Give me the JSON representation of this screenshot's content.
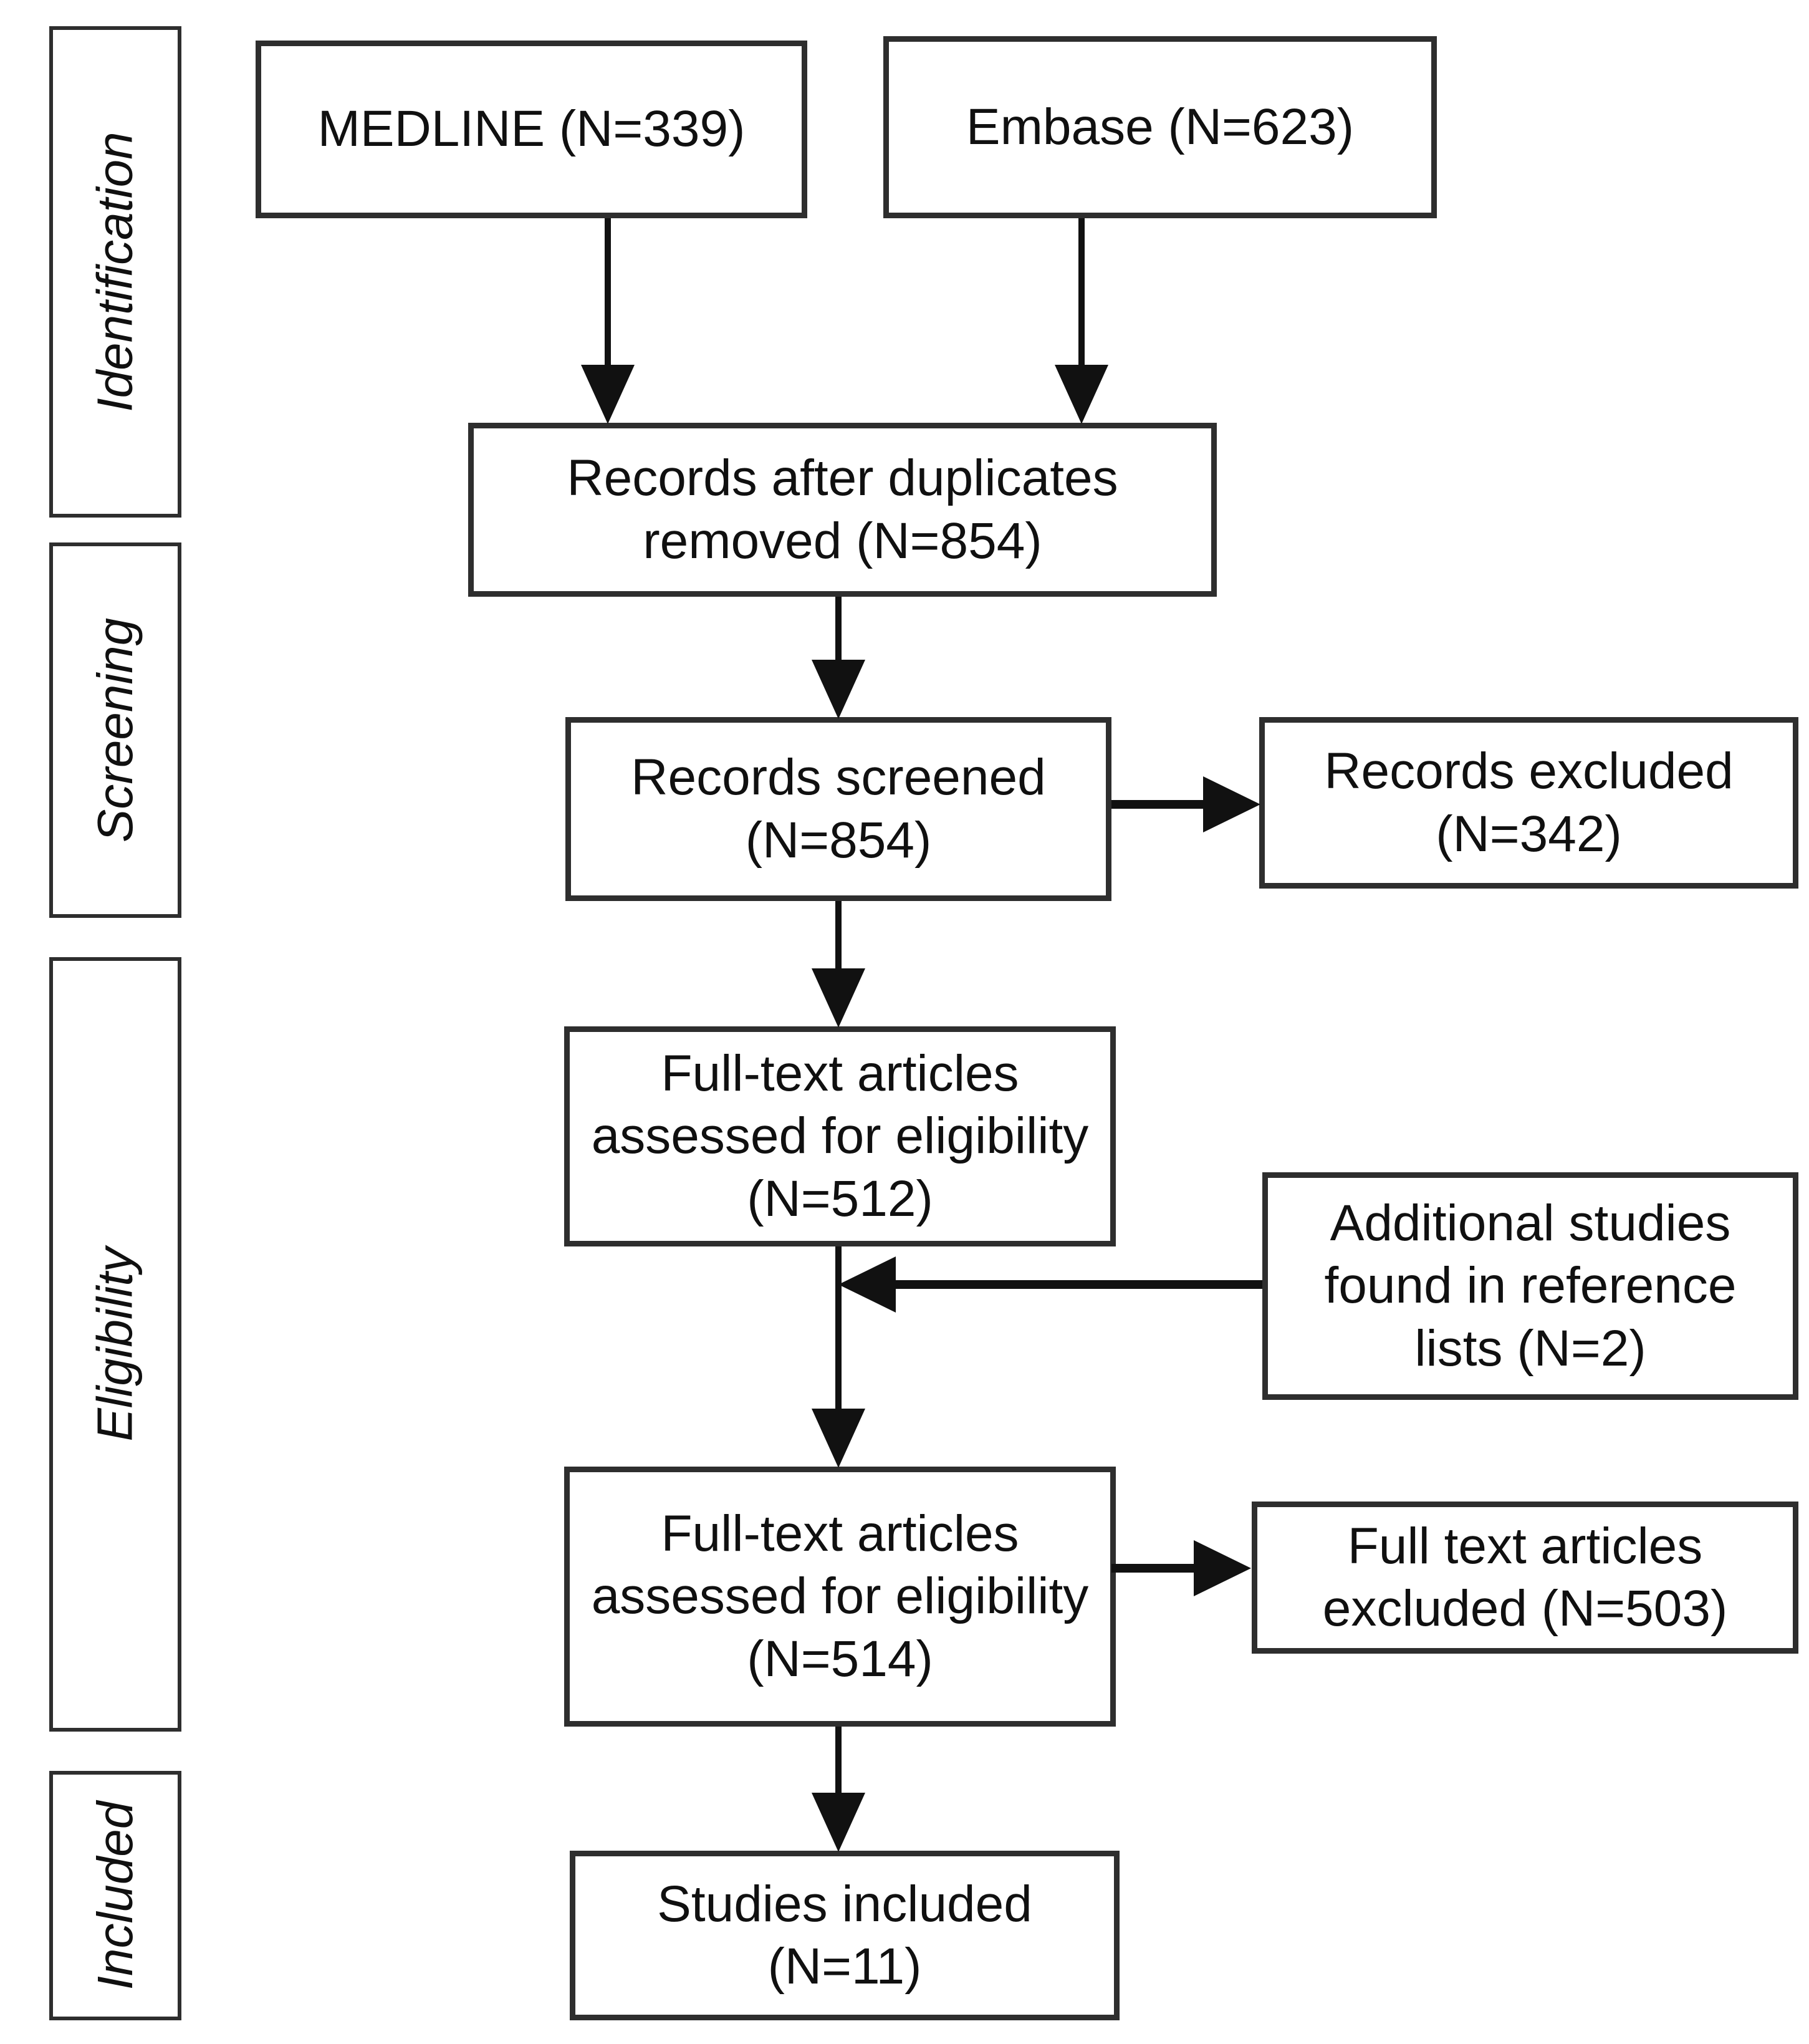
{
  "diagram_type": "flowchart",
  "stages": [
    {
      "label": "Identification"
    },
    {
      "label": "Screening"
    },
    {
      "label": "Eligibility"
    },
    {
      "label": "Included"
    }
  ],
  "boxes": [
    {
      "id": "medline",
      "text": "MEDLINE (N=339)"
    },
    {
      "id": "embase",
      "text": "Embase (N=623)"
    },
    {
      "id": "duplicates-removed",
      "text": "Records after duplicates removed (N=854)"
    },
    {
      "id": "records-screened",
      "text": "Records screened (N=854)"
    },
    {
      "id": "records-excluded",
      "text": "Records excluded (N=342)"
    },
    {
      "id": "fulltext-512",
      "text": "Full-text articles assessed for eligibility (N=512)"
    },
    {
      "id": "additional-studies",
      "text": "Additional studies found in reference lists (N=2)"
    },
    {
      "id": "fulltext-514",
      "text": "Full-text articles assessed for eligibility (N=514)"
    },
    {
      "id": "fulltext-excluded",
      "text": "Full text articles excluded (N=503)"
    },
    {
      "id": "studies-included",
      "text": "Studies included (N=11)"
    }
  ],
  "connections": [
    {
      "from": "medline",
      "to": "duplicates-removed",
      "direction": "down"
    },
    {
      "from": "embase",
      "to": "duplicates-removed",
      "direction": "down"
    },
    {
      "from": "duplicates-removed",
      "to": "records-screened",
      "direction": "down"
    },
    {
      "from": "records-screened",
      "to": "records-excluded",
      "direction": "right"
    },
    {
      "from": "records-screened",
      "to": "fulltext-512",
      "direction": "down"
    },
    {
      "from": "fulltext-512",
      "to": "fulltext-514",
      "direction": "down"
    },
    {
      "from": "additional-studies",
      "to": "fulltext-514",
      "direction": "left-into-flow"
    },
    {
      "from": "fulltext-514",
      "to": "fulltext-excluded",
      "direction": "right"
    },
    {
      "from": "fulltext-514",
      "to": "studies-included",
      "direction": "down"
    }
  ],
  "colors": {
    "background": "#ffffff",
    "border": "#2e2e2e",
    "text": "#101010",
    "arrow": "#111111"
  }
}
